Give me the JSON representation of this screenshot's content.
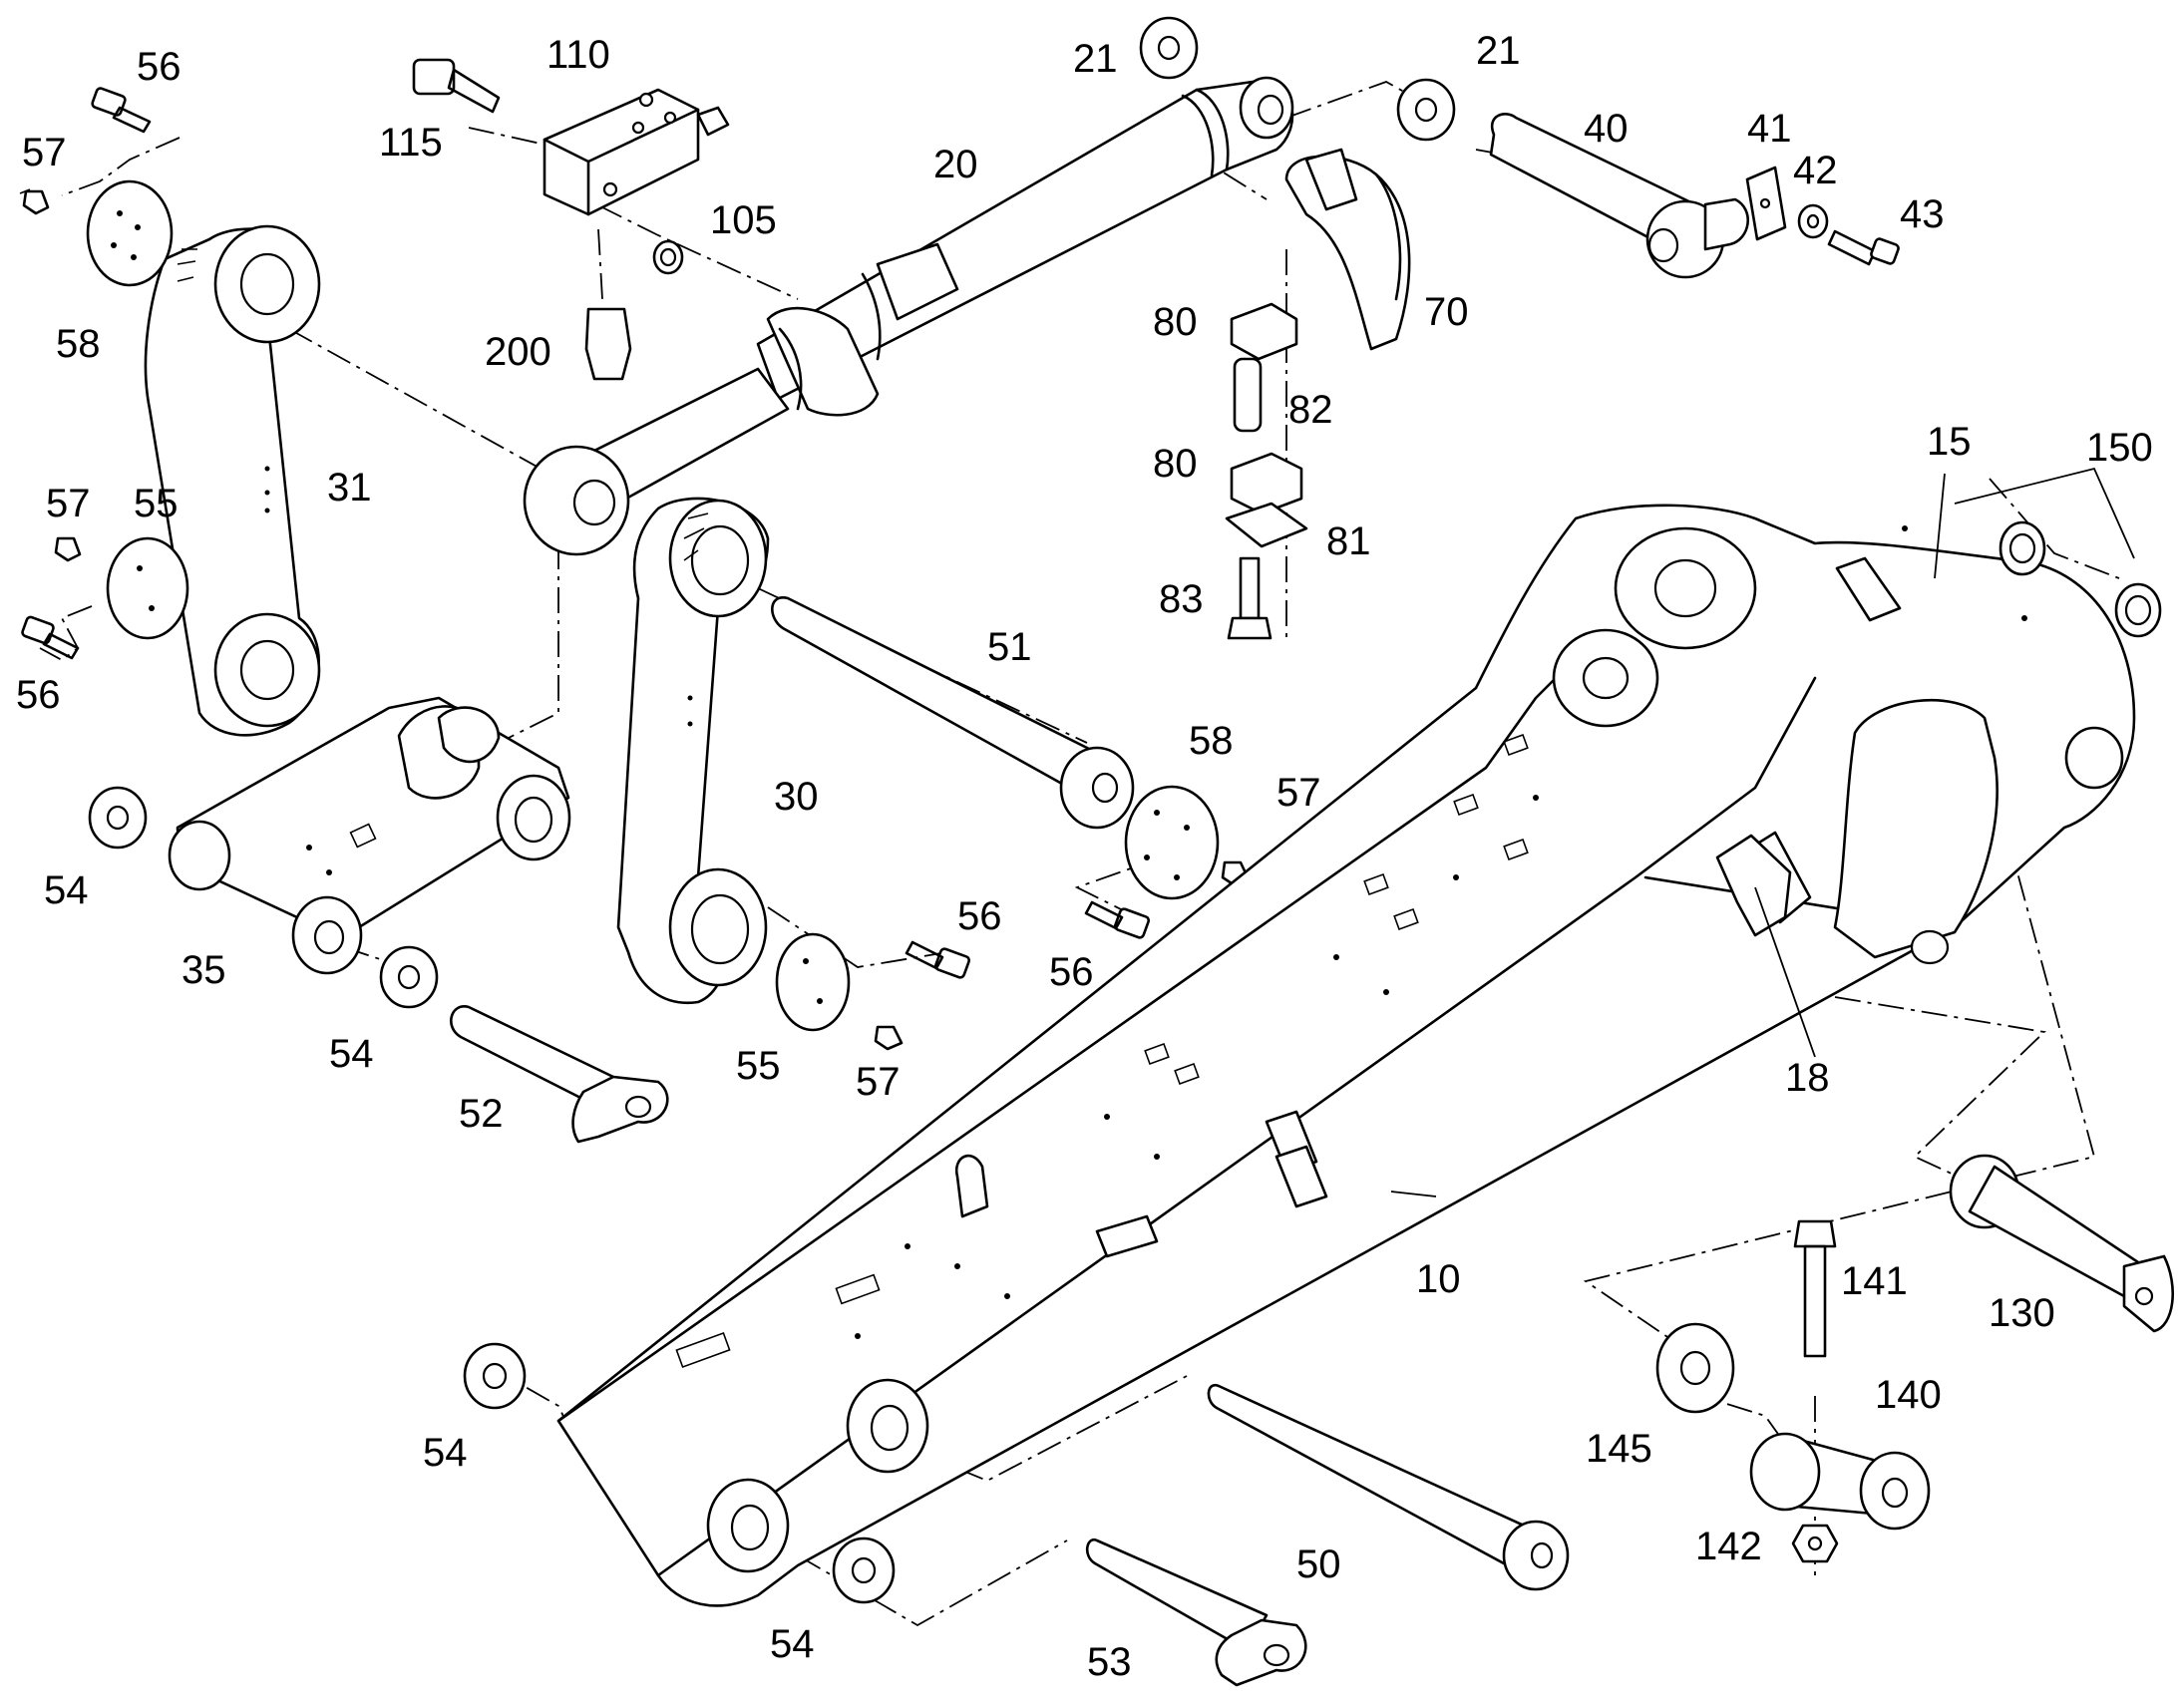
{
  "callouts": [
    {
      "id": "c56a",
      "label": "56"
    },
    {
      "id": "c110",
      "label": "110"
    },
    {
      "id": "c21a",
      "label": "21"
    },
    {
      "id": "c21b",
      "label": "21"
    },
    {
      "id": "c57a",
      "label": "57"
    },
    {
      "id": "c115",
      "label": "115"
    },
    {
      "id": "c40",
      "label": "40"
    },
    {
      "id": "c41",
      "label": "41"
    },
    {
      "id": "c20",
      "label": "20"
    },
    {
      "id": "c42",
      "label": "42"
    },
    {
      "id": "c43",
      "label": "43"
    },
    {
      "id": "c105",
      "label": "105"
    },
    {
      "id": "c58a",
      "label": "58"
    },
    {
      "id": "c80a",
      "label": "80"
    },
    {
      "id": "c70",
      "label": "70"
    },
    {
      "id": "c200",
      "label": "200"
    },
    {
      "id": "c82",
      "label": "82"
    },
    {
      "id": "c15",
      "label": "15"
    },
    {
      "id": "c150",
      "label": "150"
    },
    {
      "id": "c80b",
      "label": "80"
    },
    {
      "id": "c57b",
      "label": "57"
    },
    {
      "id": "c55a",
      "label": "55"
    },
    {
      "id": "c31",
      "label": "31"
    },
    {
      "id": "c81",
      "label": "81"
    },
    {
      "id": "c83",
      "label": "83"
    },
    {
      "id": "c56b",
      "label": "56"
    },
    {
      "id": "c51",
      "label": "51"
    },
    {
      "id": "c58b",
      "label": "58"
    },
    {
      "id": "c30",
      "label": "30"
    },
    {
      "id": "c57c",
      "label": "57"
    },
    {
      "id": "c54a",
      "label": "54"
    },
    {
      "id": "c56c",
      "label": "56"
    },
    {
      "id": "c35",
      "label": "35"
    },
    {
      "id": "c56d",
      "label": "56"
    },
    {
      "id": "c54b",
      "label": "54"
    },
    {
      "id": "c55b",
      "label": "55"
    },
    {
      "id": "c57d",
      "label": "57"
    },
    {
      "id": "c52",
      "label": "52"
    },
    {
      "id": "c18",
      "label": "18"
    },
    {
      "id": "c10",
      "label": "10"
    },
    {
      "id": "c141",
      "label": "141"
    },
    {
      "id": "c130",
      "label": "130"
    },
    {
      "id": "c140",
      "label": "140"
    },
    {
      "id": "c54c",
      "label": "54"
    },
    {
      "id": "c145",
      "label": "145"
    },
    {
      "id": "c50",
      "label": "50"
    },
    {
      "id": "c142",
      "label": "142"
    },
    {
      "id": "c54d",
      "label": "54"
    },
    {
      "id": "c53",
      "label": "53"
    }
  ]
}
